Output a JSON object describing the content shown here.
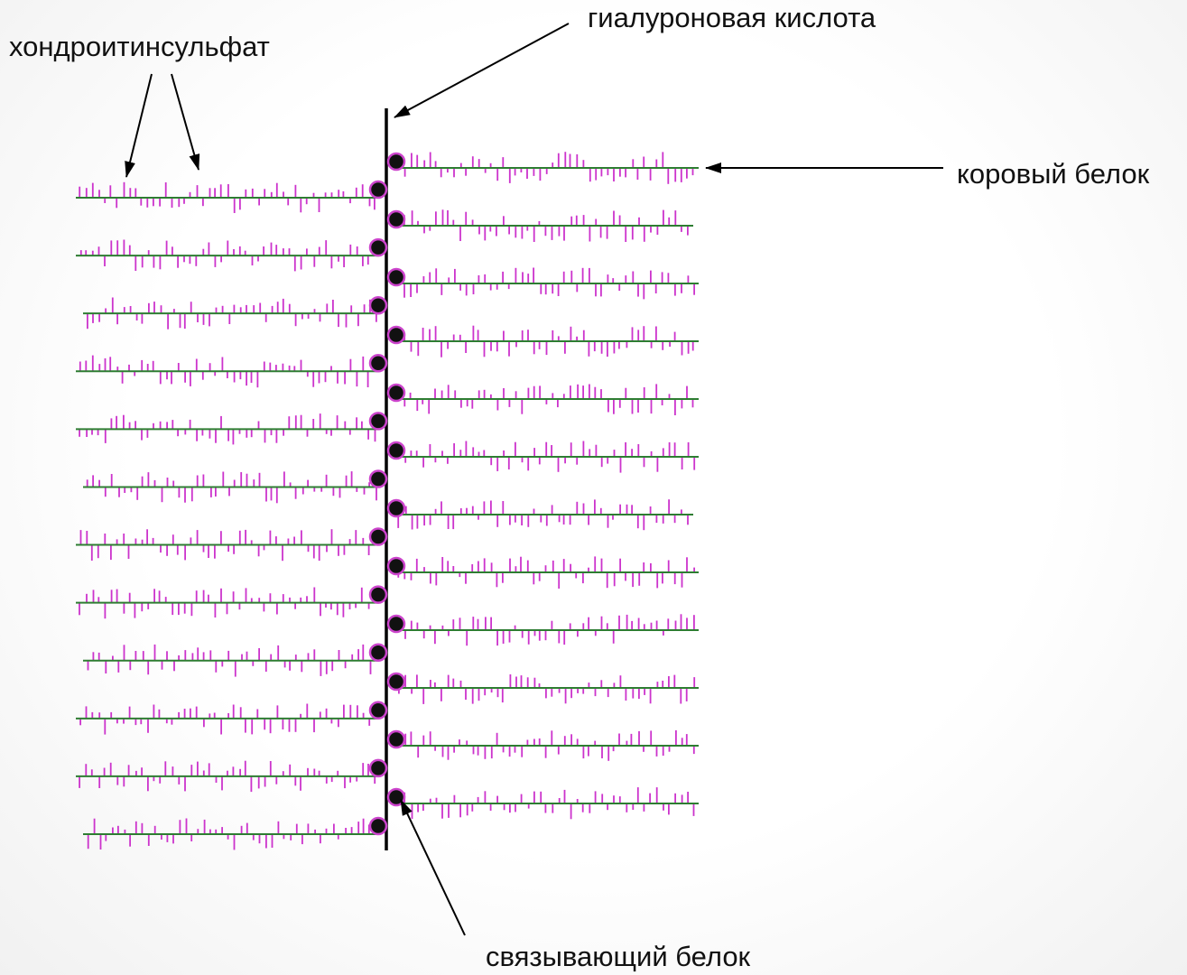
{
  "labels": {
    "chondroitin": "хондроитинсульфат",
    "hyaluronic": "гиалуроновая  кислота",
    "core_protein": "коровый белок",
    "link_protein": "связывающий белок"
  },
  "structure": {
    "left_chain_count": 12,
    "right_chain_count": 12
  },
  "colors": {
    "core_line": "#2e7d32",
    "chondroitin_bristle": "#cc33cc",
    "backbone": "#000000",
    "link_dot_fill": "#111111",
    "link_dot_ring": "#cc44cc",
    "arrow": "#000000",
    "text": "#111111"
  }
}
